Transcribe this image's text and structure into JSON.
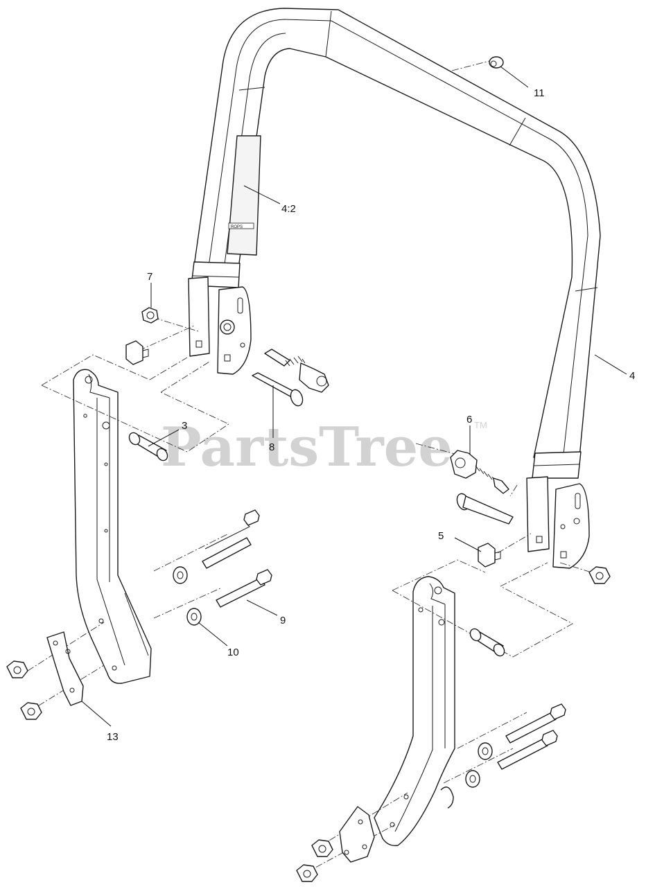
{
  "watermark": {
    "text": "PartsTree",
    "trademark": "TM"
  },
  "decal_text": "ROPS",
  "callouts": {
    "c4_2": "4:2",
    "c11": "11",
    "c7": "7",
    "c4": "4",
    "c3": "3",
    "c8": "8",
    "c6": "6",
    "c5": "5",
    "c9": "9",
    "c10": "10",
    "c13": "13"
  }
}
